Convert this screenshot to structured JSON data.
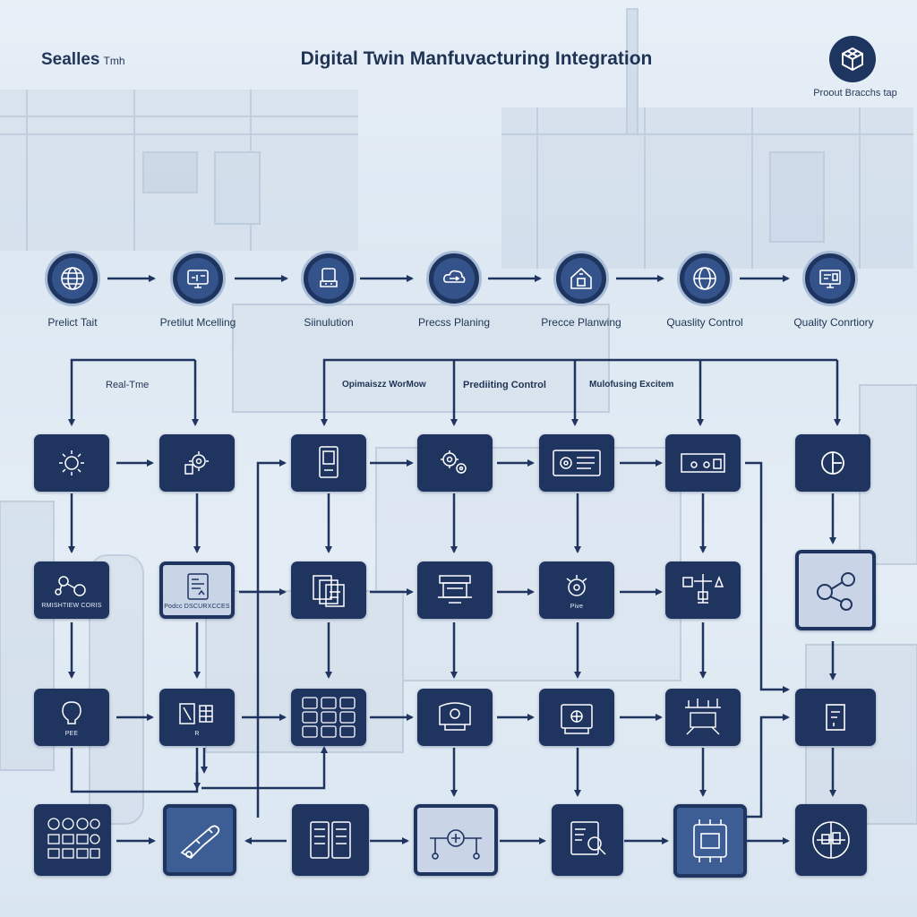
{
  "header": {
    "brand": "Sealles",
    "brand_small": "Tmh",
    "title": "Digital Twin Manfuvacturing Integration",
    "logo_caption": "Proout Bracchs tap"
  },
  "pipeline": [
    {
      "label": "Prelict Tait",
      "icon": "globe-network-icon"
    },
    {
      "label": "Pretilut Mcelling",
      "icon": "monitor-dashboard-icon"
    },
    {
      "label": "Siinulution",
      "icon": "machine-icon"
    },
    {
      "label": "Precss Planing",
      "icon": "cloud-flow-icon"
    },
    {
      "label": "Precce Planwing",
      "icon": "factory-house-icon"
    },
    {
      "label": "Quaslity Control",
      "icon": "globe-icon"
    },
    {
      "label": "Quality Conrtiory",
      "icon": "computer-screen-icon"
    }
  ],
  "flow_labels": {
    "real_time": "Real-Tme",
    "optimize": "Opimaiszz WorMow",
    "predicting": "Prediiting Control",
    "multifusing": "Mulofusing Excitem"
  },
  "grid_captions": {
    "r2c1": "RMISHTIEW CORIS",
    "r2c2": "Podcc DSCURXCCES",
    "r2c5": "Pive",
    "r3c1": "PEE",
    "r3c2": "R"
  },
  "colors": {
    "node_dark": "#1f3560",
    "node_light": "#c9d5e6",
    "arrow": "#1f3560",
    "background": "#e4edf5"
  }
}
